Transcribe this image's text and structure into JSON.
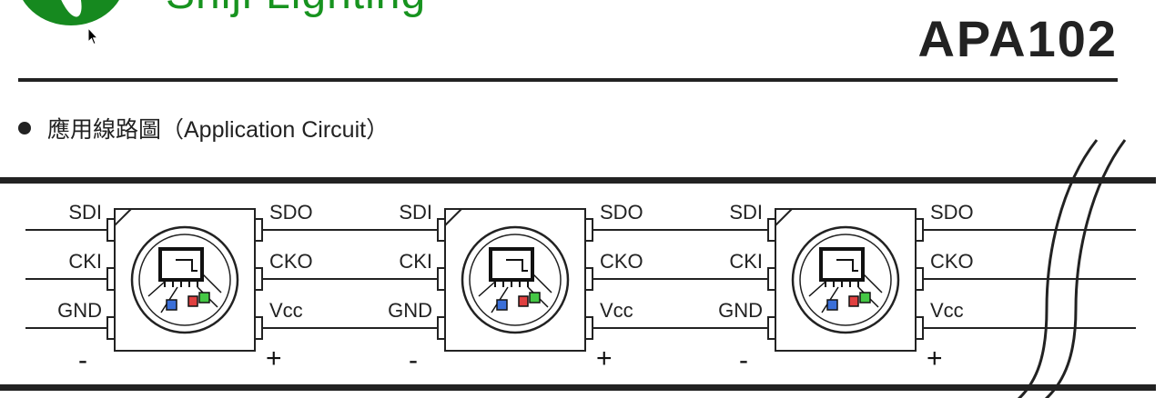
{
  "header": {
    "brand": "Shiji Lighting",
    "model": "APA102"
  },
  "section": {
    "title": "應用線路圖（Application Circuit）"
  },
  "chip": {
    "left_pins": [
      "SDI",
      "CKI",
      "GND"
    ],
    "right_pins": [
      "SDO",
      "CKO",
      "Vcc"
    ],
    "minus": "-",
    "plus": "+"
  },
  "chips_count": 3,
  "colors": {
    "brand_green": "#17931f",
    "line": "#222222",
    "led_blue": "#3a6fd8",
    "led_red": "#e04040",
    "led_green": "#45c845"
  },
  "icons": [
    "logo-mark",
    "cursor-arrow-icon",
    "bullet-icon",
    "led-chip-icon"
  ]
}
